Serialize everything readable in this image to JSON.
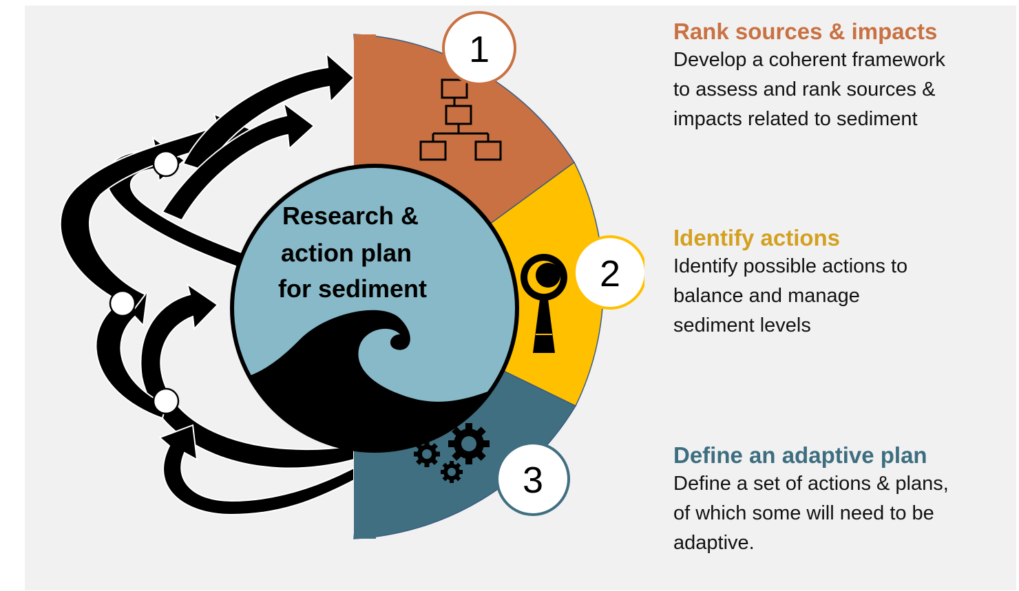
{
  "center": {
    "lines": [
      "Research &",
      "action plan",
      "for sediment"
    ]
  },
  "steps": [
    {
      "number": "1",
      "title": "Rank sources & impacts",
      "description_lines": [
        "Develop a coherent framework",
        "to assess and rank sources &",
        "impacts related to sediment"
      ],
      "color": "#c97142",
      "icon": "hierarchy-icon"
    },
    {
      "number": "2",
      "title": "Identify actions",
      "description_lines": [
        "Identify possible actions to",
        "balance and manage",
        "sediment levels"
      ],
      "color": "#ffc000",
      "title_color": "#d4a020",
      "icon": "magnifier-icon"
    },
    {
      "number": "3",
      "title": "Define an adaptive plan",
      "description_lines": [
        "Define a set of actions & plans,",
        "of which some will need to be",
        "adaptive."
      ],
      "color": "#3f6f80",
      "title_color": "#3d6e80",
      "icon": "gears-icon"
    }
  ],
  "center_color": "#87b9c8",
  "wave_icon": "wave-icon",
  "cycle_icon": "cycle-arrows-icon"
}
